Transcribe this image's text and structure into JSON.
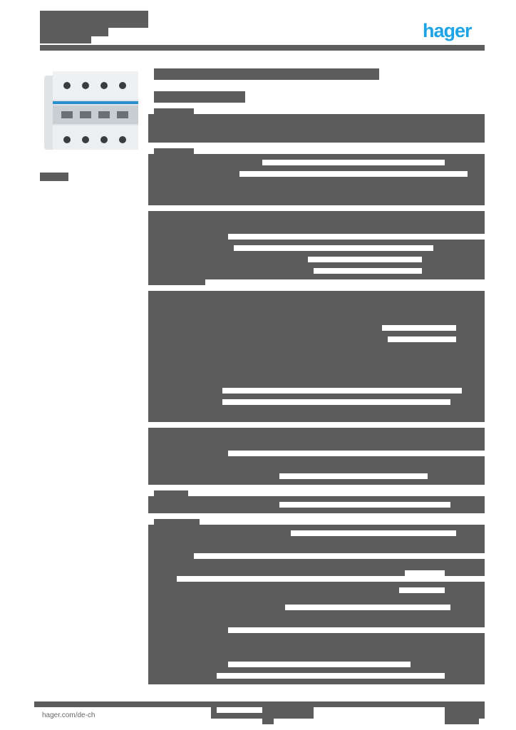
{
  "header": {
    "brand_logo_text": "hager",
    "brand_color": "#1ea4e4",
    "title_redacted": true
  },
  "product": {
    "image": "4-pole-circuit-breaker-image",
    "caption_redacted": true
  },
  "main": {
    "heading_redacted": true,
    "subheading_redacted": true,
    "spec_sections_redacted": true,
    "redaction_color": "#5c5d5c"
  },
  "footer": {
    "website": "hager.com/de-ch"
  }
}
